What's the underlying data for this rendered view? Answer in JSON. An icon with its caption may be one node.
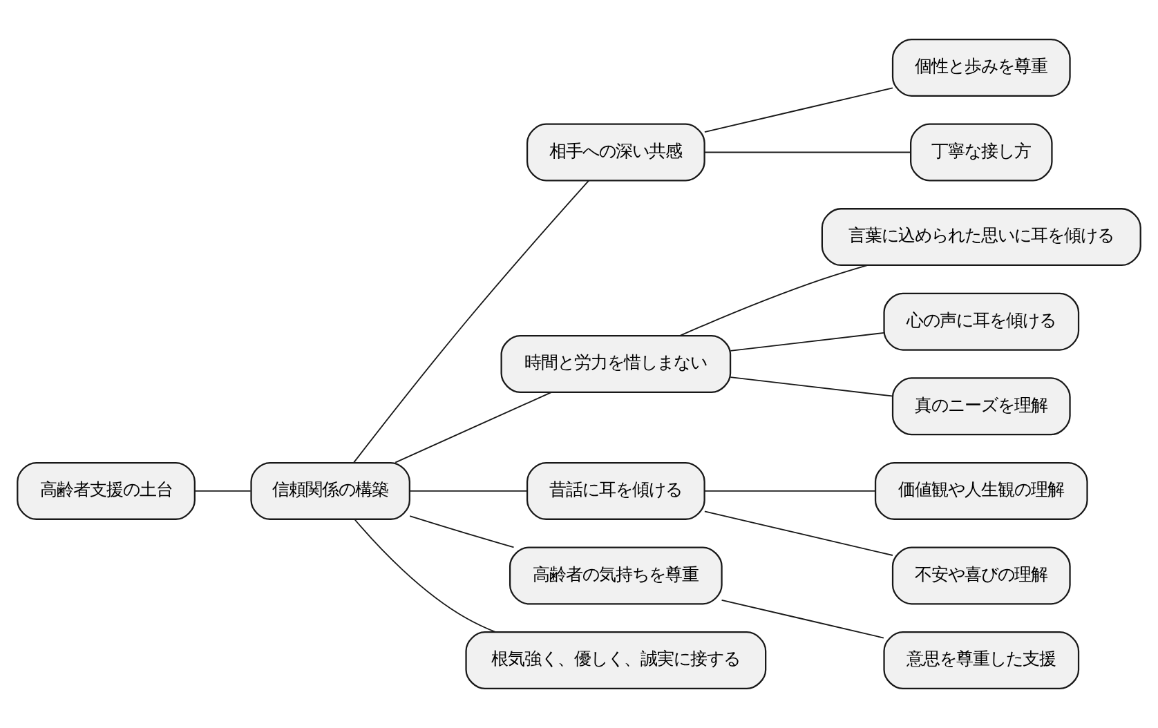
{
  "diagram": {
    "nodes": [
      {
        "text": [
          "高齢者支援の土台"
        ]
      },
      {
        "text": [
          "信頼関係の構築"
        ]
      },
      {
        "text": [
          "相手への深い共感"
        ]
      },
      {
        "text": [
          "個性と歩みを尊重"
        ]
      },
      {
        "text": [
          "丁寧な接し方"
        ]
      },
      {
        "text": [
          "時間と労力を惜しまない"
        ]
      },
      {
        "text": [
          "言葉に込められた思いに耳を傾ける"
        ]
      },
      {
        "text": [
          "心の声に耳を傾ける"
        ]
      },
      {
        "text": [
          "真のニーズを理解"
        ]
      },
      {
        "text": [
          "昔話に耳を傾ける"
        ]
      },
      {
        "text": [
          "価値観や人生観の理解"
        ]
      },
      {
        "text": [
          "不安や喜びの理解"
        ]
      },
      {
        "text": [
          "高齢者の気持ちを尊重"
        ]
      },
      {
        "text": [
          "意思を尊重した支援"
        ]
      },
      {
        "text": [
          "根気強く、優しく、誠実に接する"
        ]
      }
    ],
    "edges": [
      {
        "from": 0,
        "to": 1,
        "arrow": "none"
      },
      {
        "from": 1,
        "to": 2,
        "arrow": "none"
      },
      {
        "from": 2,
        "to": 3,
        "arrow": "none"
      },
      {
        "from": 2,
        "to": 4,
        "arrow": "none"
      },
      {
        "from": 1,
        "to": 5,
        "arrow": "none"
      },
      {
        "from": 5,
        "to": 6,
        "arrow": "none"
      },
      {
        "from": 5,
        "to": 7,
        "arrow": "none"
      },
      {
        "from": 5,
        "to": 8,
        "arrow": "none"
      },
      {
        "from": 1,
        "to": 9,
        "arrow": "none"
      },
      {
        "from": 9,
        "to": 10,
        "arrow": "none"
      },
      {
        "from": 9,
        "to": 11,
        "arrow": "none"
      },
      {
        "from": 1,
        "to": 12,
        "arrow": "none"
      },
      {
        "from": 12,
        "to": 13,
        "arrow": "none"
      },
      {
        "from": 1,
        "to": 14,
        "arrow": "none"
      }
    ]
  }
}
